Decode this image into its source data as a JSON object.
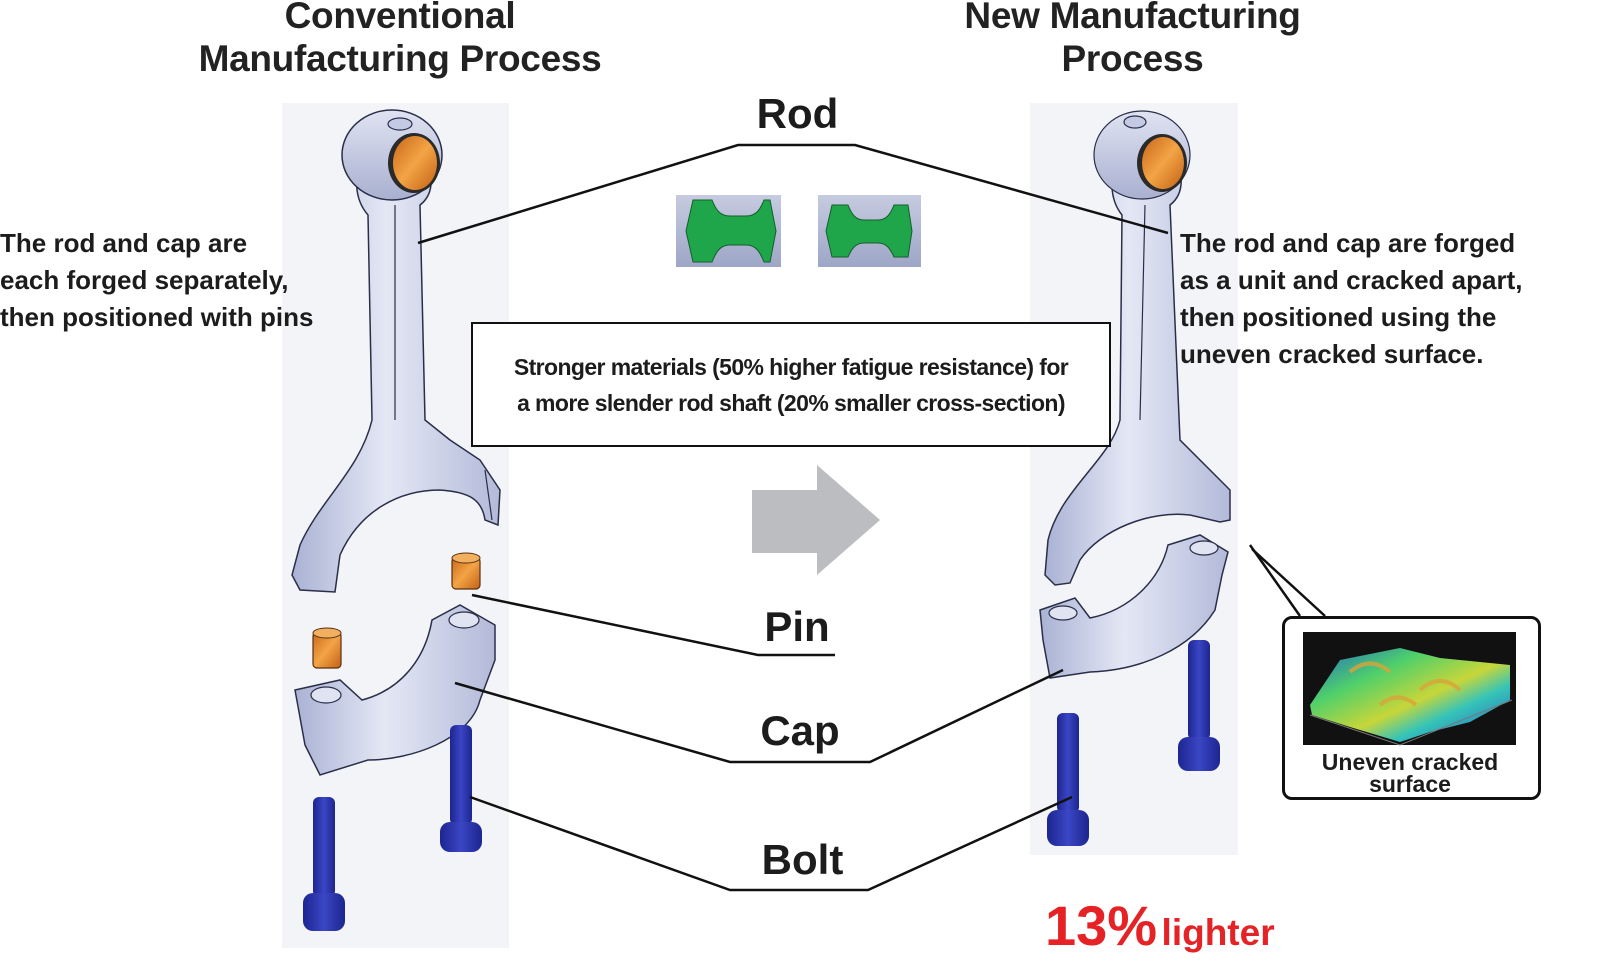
{
  "titles": {
    "conventional": [
      "Conventional",
      "Manufacturing Process"
    ],
    "new": [
      "New Manufacturing",
      "Process"
    ]
  },
  "descriptions": {
    "conventional": [
      "The rod and cap are",
      "each forged separately,",
      "then positioned with pins"
    ],
    "new": [
      "The rod and cap are forged",
      "as a unit and cracked apart,",
      "then positioned using the",
      "uneven cracked surface."
    ]
  },
  "part_labels": {
    "rod": "Rod",
    "pin": "Pin",
    "cap": "Cap",
    "bolt": "Bolt"
  },
  "info_box": [
    "Stronger materials (50% higher fatigue resistance) for",
    "a more slender rod shaft (20% smaller cross-section)"
  ],
  "callout": {
    "caption": [
      "Uneven cracked",
      "surface"
    ]
  },
  "result": {
    "value": "13%",
    "label": "lighter"
  },
  "colors": {
    "part_body": "#c9cfe6",
    "bearing": "#e08a2a",
    "bolt": "#2b35a8",
    "cross_section": "#1fa64a",
    "arrow": "#bcbdc0",
    "highlight_text": "#e52226"
  }
}
